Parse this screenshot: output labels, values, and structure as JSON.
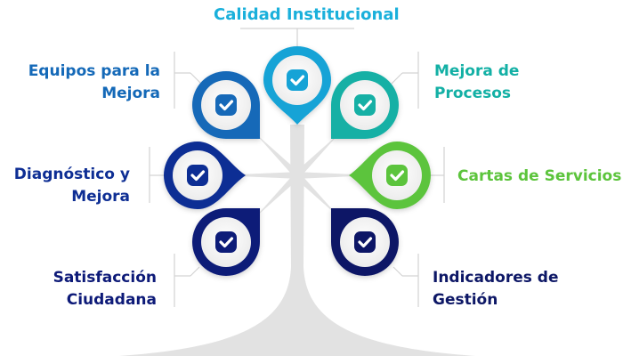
{
  "title": "Calidad Institucional",
  "colors": {
    "title": "#1ab0db",
    "tree": "#e2e2e2",
    "connector": "#d3d3d3"
  },
  "nodes": [
    {
      "id": "calidad-institucional",
      "lines": [
        "Calidad Institucional"
      ],
      "color": "#17a3d6",
      "icon": "check-icon",
      "side": "top"
    },
    {
      "id": "equipos-para-la-mejora",
      "lines": [
        "Equipos para la",
        "Mejora"
      ],
      "color": "#1469b8",
      "icon": "check-icon",
      "side": "left"
    },
    {
      "id": "mejora-de-procesos",
      "lines": [
        "Mejora de",
        "Procesos"
      ],
      "color": "#13b0a5",
      "icon": "check-icon",
      "side": "right"
    },
    {
      "id": "diagnostico-y-mejora",
      "lines": [
        "Diagnóstico y",
        "Mejora"
      ],
      "color": "#0e2e94",
      "icon": "check-icon",
      "side": "left"
    },
    {
      "id": "cartas-de-servicios",
      "lines": [
        "Cartas de Servicios"
      ],
      "color": "#5cc43c",
      "icon": "check-icon",
      "side": "right"
    },
    {
      "id": "satisfaccion-ciudadana",
      "lines": [
        "Satisfacción",
        "Ciudadana"
      ],
      "color": "#0d1a78",
      "icon": "check-icon",
      "side": "left"
    },
    {
      "id": "indicadores-de-gestion",
      "lines": [
        "Indicadores de",
        "Gestión"
      ],
      "color": "#0d1766",
      "icon": "check-icon",
      "side": "right"
    }
  ]
}
